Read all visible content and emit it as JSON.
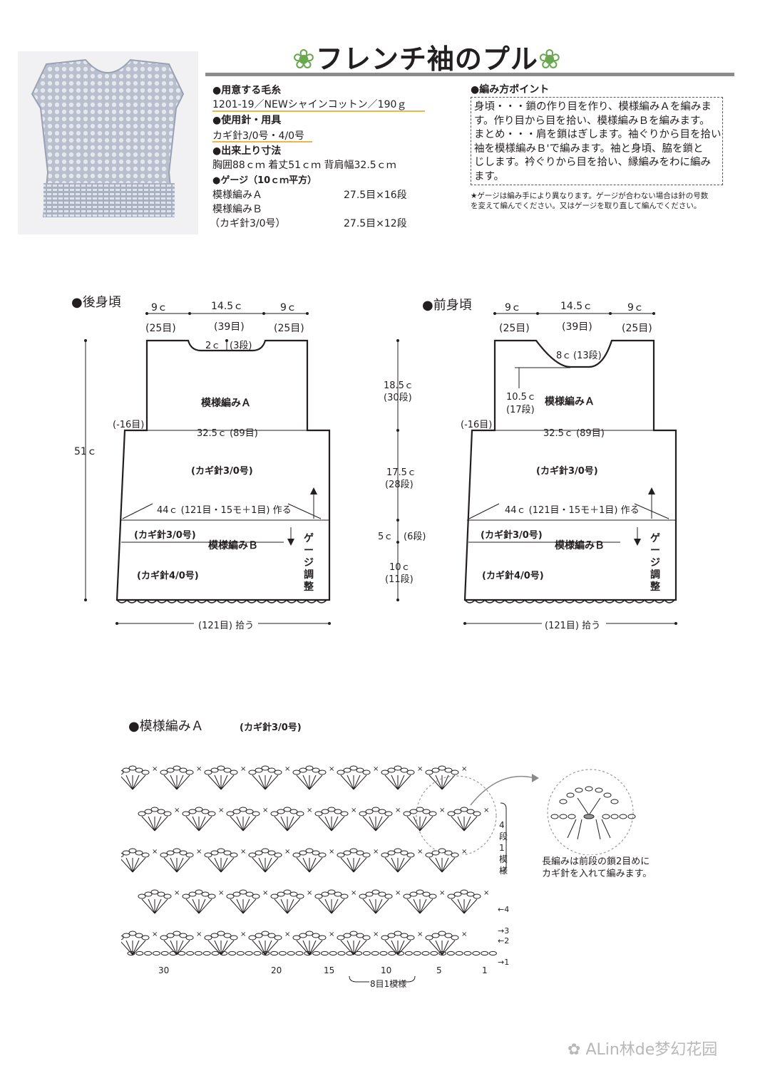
{
  "header": {
    "title": "フレンチ袖のプル"
  },
  "materials": {
    "yarn_heading": "●用意する毛糸",
    "yarn_value": "1201-19／NEWシャインコットン／190ｇ",
    "tools_heading": "●使用針・用具",
    "tools_value": "カギ針3/0号・4/0号",
    "size_heading": "●出来上り寸法",
    "size_value": "胸囲88ｃｍ 着丈51ｃｍ 背肩幅32.5ｃｍ",
    "gauge_heading": "●ゲージ（10ｃｍ平方）",
    "gauge_rows": [
      {
        "label": "模様編みＡ",
        "value": "27.5目×16段"
      },
      {
        "label": "模様編みＢ",
        "value": ""
      },
      {
        "label": "（カギ針3/0号）",
        "value": "27.5目×12段"
      }
    ]
  },
  "points": {
    "heading": "●編み方ポイント",
    "lines": [
      "身頃・・・鎖の作り目を作り、模様編みＡを編みま",
      "す。作り目から目を拾い、模様編みＢを編みます。",
      "まとめ・・・肩を鎖はぎします。袖ぐりから目を拾い",
      "袖を模様編みＢ'で編みます。袖と身頃、脇を鎖と",
      "じします。衿ぐりから目を拾い、縁編みをわに編み",
      "ます。"
    ],
    "note_lines": [
      "★ゲージは編み手により異なります。ゲージが合わない場合は針の号数",
      "を変えて編んでください。又はゲージを取り直して編んでください。"
    ]
  },
  "back": {
    "heading": "●後身頃",
    "top_cm": [
      "9ｃ",
      "14.5ｃ",
      "9ｃ"
    ],
    "top_st": [
      "(25目)",
      "(39目)",
      "(25目)"
    ],
    "neck": "2ｃ",
    "neck_rows": "(3段)",
    "pattern_a": "模様編みＡ",
    "dec": "(-16目)",
    "width": "32.5ｃ (89目)",
    "hook_top": "(カギ針3/0号)",
    "chain": "44ｃ (121目・15モ＋1目) 作る",
    "hook_b": "(カギ針3/0号)",
    "pattern_b": "模様編みＢ",
    "hook_bottom": "(カギ針4/0号)",
    "gauge_adj": [
      "ゲ",
      "ー",
      "ジ",
      "調",
      "整"
    ],
    "total_len": "51ｃ",
    "pickup": "(121目) 拾う"
  },
  "middle": {
    "d1": "18.5ｃ",
    "r1": "(30段)",
    "d2": "17.5ｃ",
    "r2": "(28段)",
    "d3": "5ｃ",
    "r3": "(6段)",
    "d4": "10ｃ",
    "r4": "(11段)"
  },
  "front": {
    "heading": "●前身頃",
    "top_cm": [
      "9ｃ",
      "14.5ｃ",
      "9ｃ"
    ],
    "top_st": [
      "(25目)",
      "(39目)",
      "(25目)"
    ],
    "neck": "8ｃ",
    "neck_rows": "(13段)",
    "neck_depth": "10.5ｃ",
    "neck_depth_rows": "(17段)",
    "pattern_a": "模様編みＡ",
    "dec": "(-16目)",
    "width": "32.5ｃ (89目)",
    "hook_top": "(カギ針3/0号)",
    "chain": "44ｃ (121目・15モ＋1目) 作る",
    "hook_b": "(カギ針3/0号)",
    "pattern_b": "模様編みＢ",
    "hook_bottom": "(カギ針4/0号)",
    "gauge_adj": [
      "ゲ",
      "ー",
      "ジ",
      "調",
      "整"
    ],
    "pickup": "(121目) 拾う"
  },
  "chart": {
    "heading": "●模様編みＡ",
    "hook": "(カギ針3/0号)",
    "x_ticks": [
      "30",
      "20",
      "15",
      "10",
      "5",
      "1"
    ],
    "repeat": "8目1模様",
    "row_repeat": [
      "4",
      "段",
      "1",
      "模",
      "様"
    ],
    "row_marks": [
      "←4",
      "→3",
      "←2",
      "→1"
    ],
    "detail_note": [
      "長編みは前段の鎖2目めに",
      "カギ針を入れて編みます。"
    ]
  },
  "watermark": {
    "text": "ALin林de梦幻花园"
  }
}
